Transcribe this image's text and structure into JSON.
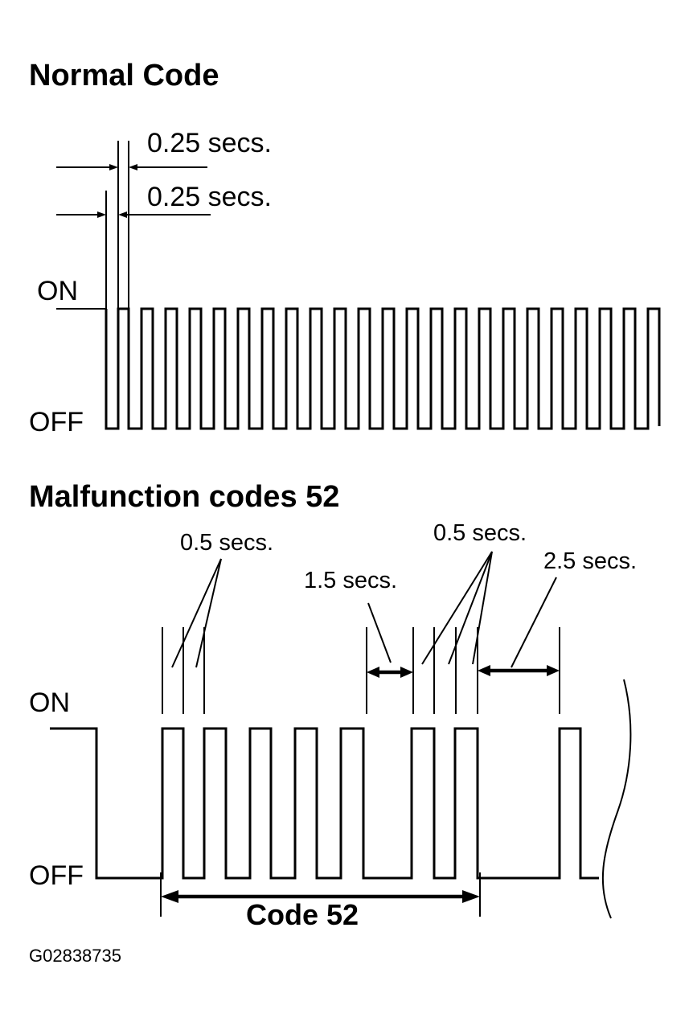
{
  "normal": {
    "title": "Normal Code",
    "dim_top": "0.25 secs.",
    "dim_bottom": "0.25 secs.",
    "on_label": "ON",
    "off_label": "OFF"
  },
  "malfunction": {
    "title": "Malfunction codes 52",
    "pulse_width_left": "0.5 secs.",
    "pulse_width_right": "0.5 secs.",
    "pause_1_5": "1.5 secs.",
    "pause_2_5": "2.5 secs.",
    "on_label": "ON",
    "off_label": "OFF",
    "code_label": "Code 52"
  },
  "image_id": "G02838735"
}
